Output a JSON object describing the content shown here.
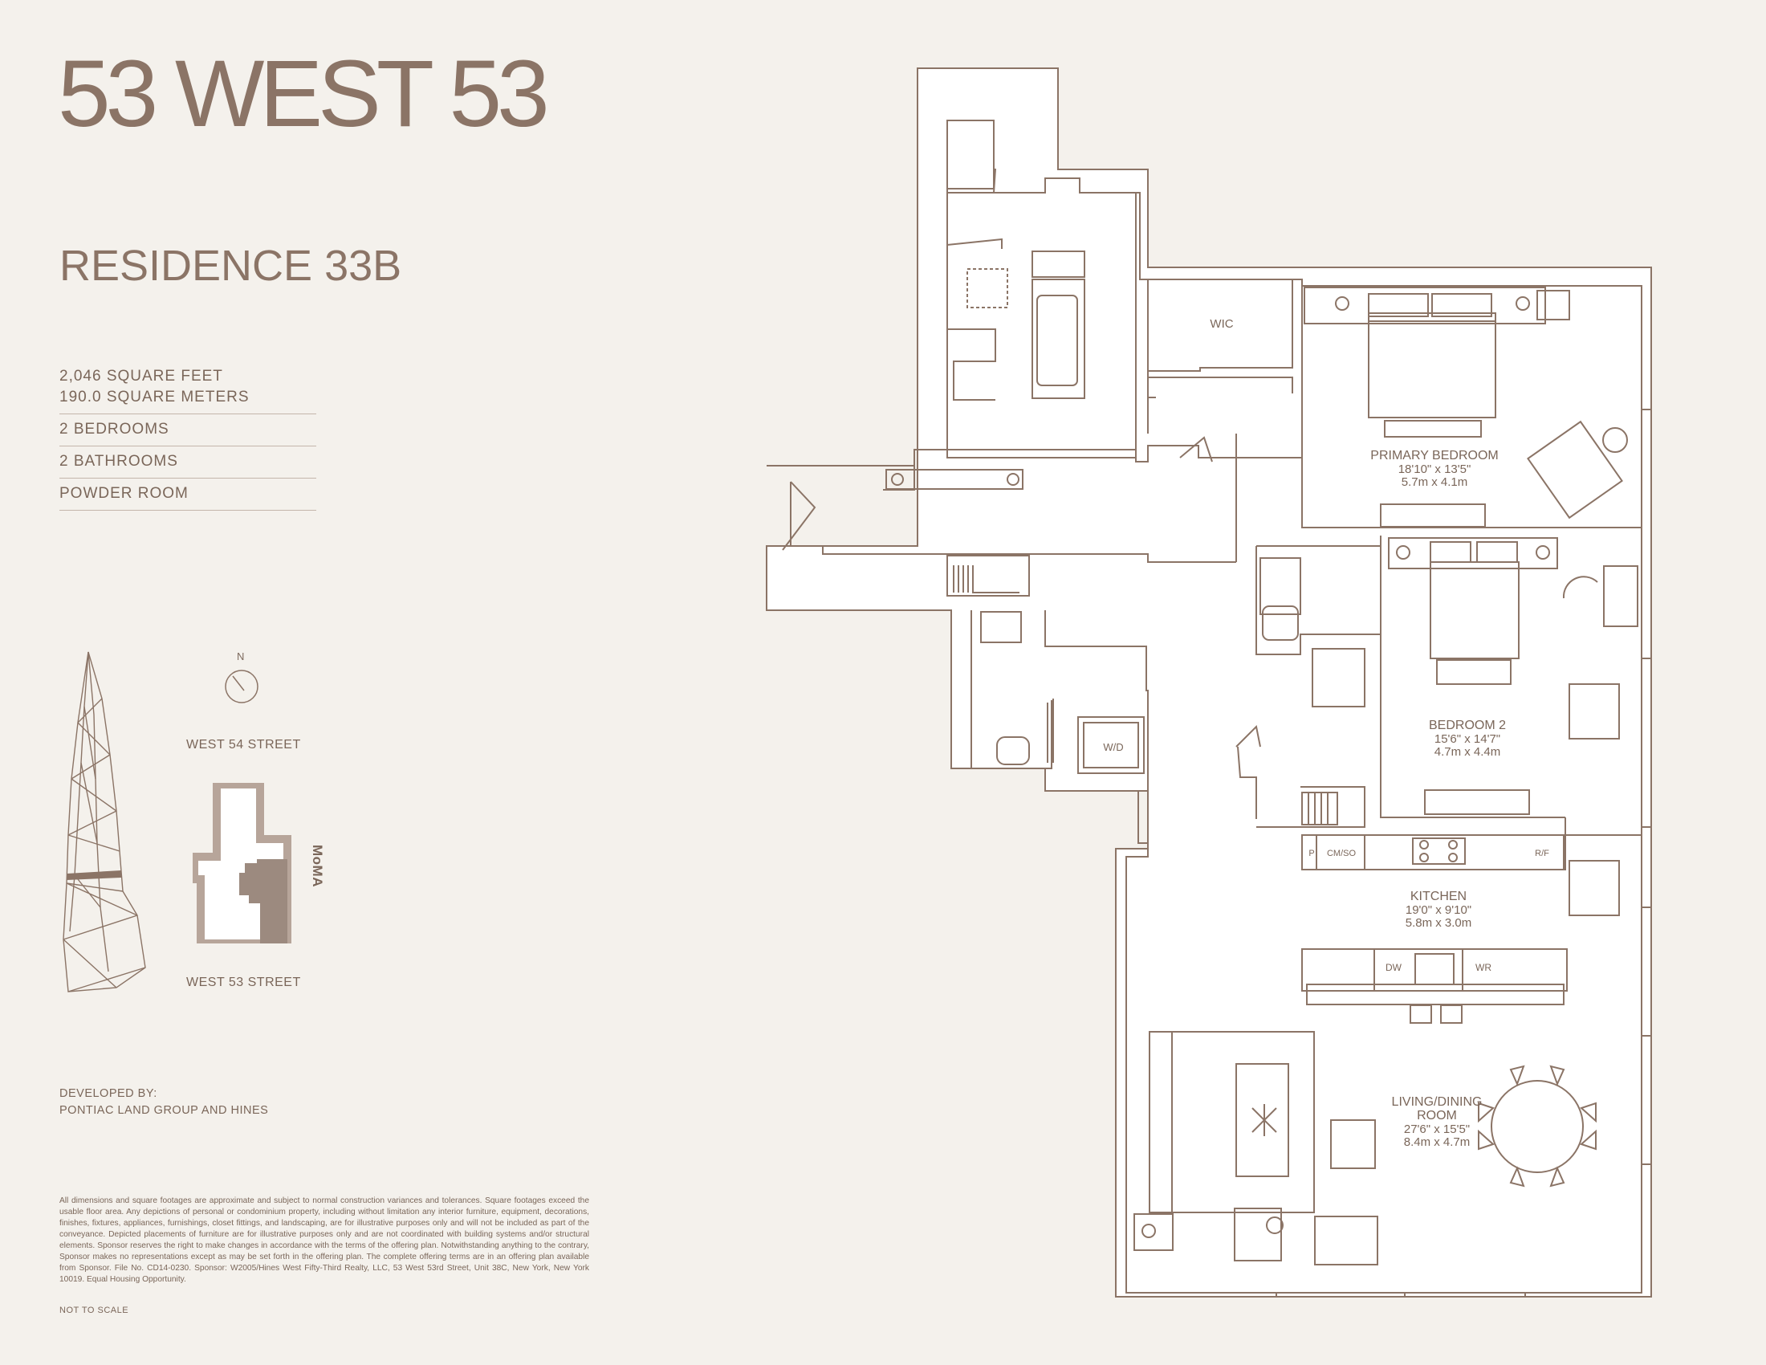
{
  "brand": "53 WEST 53",
  "residence": "RESIDENCE 33B",
  "specs": [
    [
      "2,046 SQUARE FEET",
      "190.0 SQUARE METERS"
    ],
    [
      "2 BEDROOMS"
    ],
    [
      "2 BATHROOMS"
    ],
    [
      "POWDER ROOM"
    ]
  ],
  "keyplan": {
    "north": "N",
    "street_north": "WEST 54 STREET",
    "street_south": "WEST 53 STREET",
    "museum": "MoMA"
  },
  "developer": {
    "label": "DEVELOPED BY:",
    "name": "PONTIAC LAND GROUP AND HINES"
  },
  "disclaimer": "All dimensions and square footages are approximate and subject to normal construction variances and tolerances. Square footages exceed the usable floor area. Any depictions of personal or condominium property, including without limitation any interior furniture, equipment, decorations, finishes, fixtures, appliances, furnishings, closet fittings, and landscaping, are for illustrative purposes only and will not be included as part of the conveyance. Depicted placements of furniture are for illustrative purposes only and are not coordinated with building systems and/or structural elements. Sponsor reserves the right to make changes in accordance with the terms of the offering plan. Notwithstanding anything to the contrary, Sponsor makes no representations except as may be set forth in the offering plan. The complete offering terms are in an offering plan available from Sponsor. File No. CD14-0230. Sponsor: W2005/Hines West Fifty-Third Realty, LLC, 53 West 53rd Street, Unit 38C, New York, New York 10019. Equal Housing Opportunity.",
  "not_to_scale": "NOT TO SCALE",
  "rooms": {
    "wic": "WIC",
    "wd": "W/D",
    "primary": {
      "name": "PRIMARY BEDROOM",
      "imperial": "18'10\" x 13'5\"",
      "metric": "5.7m x 4.1m"
    },
    "bedroom2": {
      "name": "BEDROOM 2",
      "imperial": "15'6\" x 14'7\"",
      "metric": "4.7m x 4.4m"
    },
    "kitchen": {
      "name": "KITCHEN",
      "imperial": "19'0\" x 9'10\"",
      "metric": "5.8m x 3.0m"
    },
    "living": {
      "name1": "LIVING/DINING",
      "name2": "ROOM",
      "imperial": "27'6\" x 15'5\"",
      "metric": "8.4m x 4.7m"
    }
  },
  "appliances": {
    "p": "P",
    "cmso": "CM/SO",
    "rf": "R/F",
    "dw": "DW",
    "wr": "WR"
  },
  "colors": {
    "background": "#f4f1ec",
    "line": "#8b7466",
    "text": "#7a6659"
  }
}
